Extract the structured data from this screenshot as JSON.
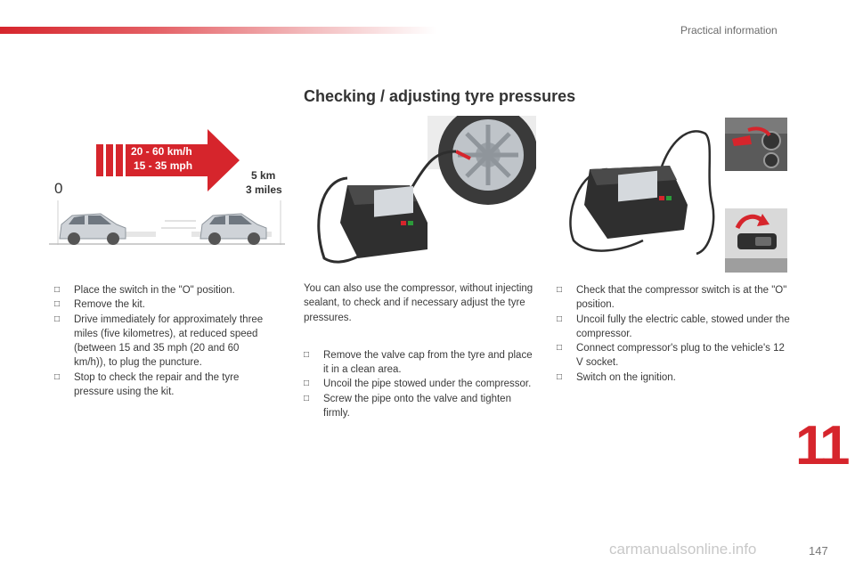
{
  "header": {
    "section": "Practical information"
  },
  "title": "Checking / adjusting tyre pressures",
  "speed_sign": {
    "speed_kmh": "20 - 60 km/h",
    "speed_mph": "15 - 35 mph",
    "start_label": "0",
    "distance_km": "5 km",
    "distance_miles": "3 miles"
  },
  "col1": {
    "items": [
      "Place the switch in the \"O\" position.",
      "Remove the kit.",
      "Drive immediately for approximately three miles (five kilometres), at reduced speed (between 15 and 35 mph (20 and 60 km/h)), to plug the puncture.",
      "Stop to check the repair and the tyre pressure using the kit."
    ]
  },
  "col2": {
    "intro": "You can also use the compressor, without injecting sealant, to check and if necessary adjust the tyre pressures.",
    "items": [
      "Remove the valve cap from the tyre and place it in a clean area.",
      "Uncoil the pipe stowed under the compressor.",
      "Screw the pipe onto the valve and tighten firmly."
    ]
  },
  "col3": {
    "items": [
      "Check that the compressor switch is at the \"O\" position.",
      "Uncoil fully the electric cable, stowed under the compressor.",
      "Connect compressor's plug to the vehicle's 12 V socket.",
      "Switch on the ignition."
    ]
  },
  "chapter_number": "11",
  "page_number": "147",
  "watermark": "carmanualsonline.info",
  "colors": {
    "accent": "#d6252c",
    "text": "#3a3a3a"
  }
}
